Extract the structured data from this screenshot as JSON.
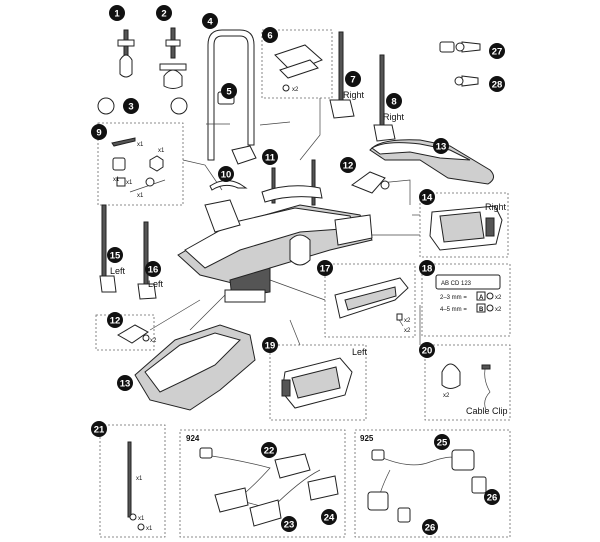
{
  "diagram": {
    "callouts": [
      {
        "id": "c1",
        "text": "1"
      },
      {
        "id": "c2",
        "text": "2"
      },
      {
        "id": "c3",
        "text": "3"
      },
      {
        "id": "c4",
        "text": "4"
      },
      {
        "id": "c5",
        "text": "5"
      },
      {
        "id": "c6",
        "text": "6"
      },
      {
        "id": "c7",
        "text": "7"
      },
      {
        "id": "c8",
        "text": "8"
      },
      {
        "id": "c9",
        "text": "9"
      },
      {
        "id": "c10",
        "text": "10"
      },
      {
        "id": "c11",
        "text": "11"
      },
      {
        "id": "c12a",
        "text": "12"
      },
      {
        "id": "c12b",
        "text": "12"
      },
      {
        "id": "c13a",
        "text": "13"
      },
      {
        "id": "c13b",
        "text": "13"
      },
      {
        "id": "c14",
        "text": "14"
      },
      {
        "id": "c15",
        "text": "15"
      },
      {
        "id": "c16",
        "text": "16"
      },
      {
        "id": "c17",
        "text": "17"
      },
      {
        "id": "c18",
        "text": "18"
      },
      {
        "id": "c19",
        "text": "19"
      },
      {
        "id": "c20",
        "text": "20"
      },
      {
        "id": "c21",
        "text": "21"
      },
      {
        "id": "c22",
        "text": "22"
      },
      {
        "id": "c23",
        "text": "23"
      },
      {
        "id": "c24",
        "text": "24"
      },
      {
        "id": "c25",
        "text": "25"
      },
      {
        "id": "c26a",
        "text": "26"
      },
      {
        "id": "c26b",
        "text": "26"
      },
      {
        "id": "c27",
        "text": "27"
      },
      {
        "id": "c28",
        "text": "28"
      }
    ],
    "labels": {
      "right_7": "Right",
      "right_8": "Right",
      "right_14": "Right",
      "left_15": "Left",
      "left_16": "Left",
      "left_19": "Left",
      "cable_clip": "Cable Clip",
      "kit_924": "924",
      "kit_925": "925",
      "plate": "AB CD 123",
      "mm_2_3": "2–3 mm =",
      "mm_4_5": "4–5 mm =",
      "tag_a": "A",
      "tag_b": "B",
      "qty_x2_a": "x2",
      "qty_x2_b": "x2",
      "qty_x2_6": "x2",
      "qty_x2_12": "x2",
      "qty_x2_17a": "x2",
      "qty_x2_17b": "x2",
      "qty_x2_20": "x2",
      "qty_x1_9a": "x1",
      "qty_x1_9b": "x1",
      "qty_x1_9c": "x1",
      "qty_x1_9d": "x1",
      "qty_x1_9e": "x1",
      "qty_x1_21a": "x1",
      "qty_x1_21b": "x1",
      "qty_x1_21c": "x1"
    }
  }
}
